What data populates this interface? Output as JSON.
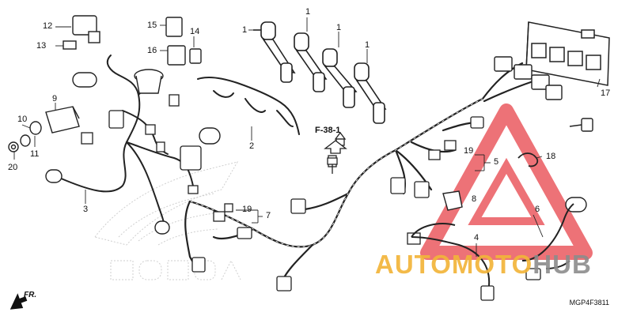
{
  "diagram": {
    "reference": "F-38-1",
    "diagram_code": "MGP4F3811",
    "front_marker": "FR.",
    "watermark": {
      "part1": "AUTOMOTO",
      "part2": "HUB"
    },
    "background_logo": "HONDA",
    "labels": {
      "l1a": "1",
      "l1b": "1",
      "l1c": "1",
      "l1d": "1",
      "l2": "2",
      "l3": "3",
      "l4": "4",
      "l5": "5",
      "l6": "6",
      "l7": "7",
      "l8": "8",
      "l9": "9",
      "l10": "10",
      "l11": "11",
      "l12": "12",
      "l13": "13",
      "l14": "14",
      "l15": "15",
      "l16": "16",
      "l17": "17",
      "l18": "18",
      "l19a": "19",
      "l19b": "19",
      "l20": "20"
    },
    "colors": {
      "watermark_red": "#e8444a",
      "watermark_orange": "#f2b53a",
      "watermark_gray": "#8c8c8c"
    }
  }
}
